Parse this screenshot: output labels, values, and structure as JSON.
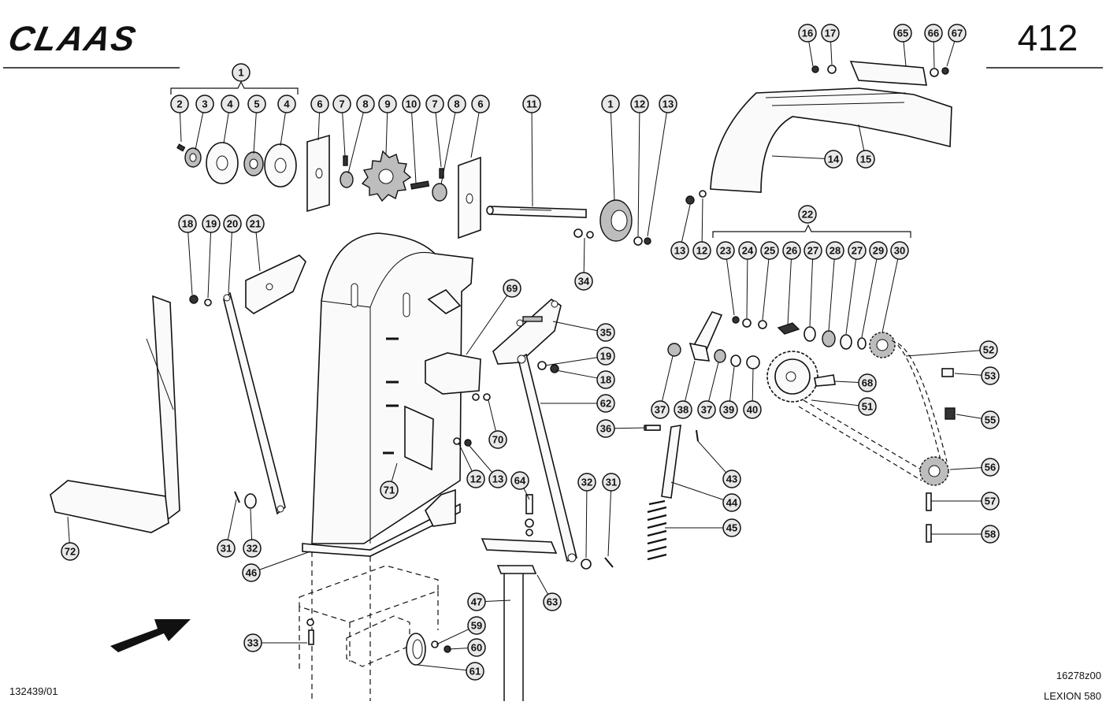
{
  "header": {
    "brand": "CLAAS",
    "page_number": "412"
  },
  "footer": {
    "doc_ref": "132439/01",
    "drawing_ref": "16278z00",
    "model": "LEXION 580"
  },
  "callouts": [
    {
      "label": "1"
    },
    {
      "label": "2"
    },
    {
      "label": "3"
    },
    {
      "label": "4"
    },
    {
      "label": "5"
    },
    {
      "label": "4"
    },
    {
      "label": "6"
    },
    {
      "label": "7"
    },
    {
      "label": "8"
    },
    {
      "label": "9"
    },
    {
      "label": "10"
    },
    {
      "label": "7"
    },
    {
      "label": "8"
    },
    {
      "label": "6"
    },
    {
      "label": "11"
    },
    {
      "label": "1"
    },
    {
      "label": "12"
    },
    {
      "label": "13"
    },
    {
      "label": "16"
    },
    {
      "label": "17"
    },
    {
      "label": "65"
    },
    {
      "label": "66"
    },
    {
      "label": "67"
    },
    {
      "label": "14"
    },
    {
      "label": "15"
    },
    {
      "label": "13"
    },
    {
      "label": "12"
    },
    {
      "label": "22"
    },
    {
      "label": "23"
    },
    {
      "label": "24"
    },
    {
      "label": "25"
    },
    {
      "label": "26"
    },
    {
      "label": "27"
    },
    {
      "label": "28"
    },
    {
      "label": "27"
    },
    {
      "label": "29"
    },
    {
      "label": "30"
    },
    {
      "label": "34"
    },
    {
      "label": "18"
    },
    {
      "label": "19"
    },
    {
      "label": "20"
    },
    {
      "label": "21"
    },
    {
      "label": "69"
    },
    {
      "label": "35"
    },
    {
      "label": "19"
    },
    {
      "label": "18"
    },
    {
      "label": "62"
    },
    {
      "label": "70"
    },
    {
      "label": "12"
    },
    {
      "label": "13"
    },
    {
      "label": "71"
    },
    {
      "label": "64"
    },
    {
      "label": "52"
    },
    {
      "label": "53"
    },
    {
      "label": "55"
    },
    {
      "label": "56"
    },
    {
      "label": "57"
    },
    {
      "label": "58"
    },
    {
      "label": "68"
    },
    {
      "label": "51"
    },
    {
      "label": "37"
    },
    {
      "label": "38"
    },
    {
      "label": "37"
    },
    {
      "label": "39"
    },
    {
      "label": "40"
    },
    {
      "label": "36"
    },
    {
      "label": "43"
    },
    {
      "label": "44"
    },
    {
      "label": "45"
    },
    {
      "label": "32"
    },
    {
      "label": "31"
    },
    {
      "label": "31"
    },
    {
      "label": "32"
    },
    {
      "label": "46"
    },
    {
      "label": "72"
    },
    {
      "label": "63"
    },
    {
      "label": "47"
    },
    {
      "label": "59"
    },
    {
      "label": "60"
    },
    {
      "label": "61"
    },
    {
      "label": "33"
    }
  ]
}
